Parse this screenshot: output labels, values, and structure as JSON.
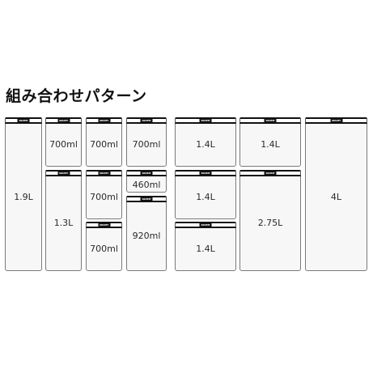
{
  "title": "組み合わせパターン",
  "brand": "SKUMT",
  "containers": [
    {
      "id": "c1",
      "label": "1.9L"
    },
    {
      "id": "c2",
      "label": "700ml"
    },
    {
      "id": "c3",
      "label": "700ml"
    },
    {
      "id": "c4",
      "label": "700ml"
    },
    {
      "id": "c5",
      "label": "1.4L"
    },
    {
      "id": "c6",
      "label": "1.4L"
    },
    {
      "id": "c7",
      "label": "4L"
    },
    {
      "id": "c8",
      "label": "1.3L"
    },
    {
      "id": "c9",
      "label": "700ml"
    },
    {
      "id": "c10",
      "label": "460ml"
    },
    {
      "id": "c11",
      "label": "1.4L"
    },
    {
      "id": "c12",
      "label": "2.75L"
    },
    {
      "id": "c13",
      "label": "920ml"
    },
    {
      "id": "c14",
      "label": "700ml"
    },
    {
      "id": "c15",
      "label": "1.4L"
    }
  ]
}
